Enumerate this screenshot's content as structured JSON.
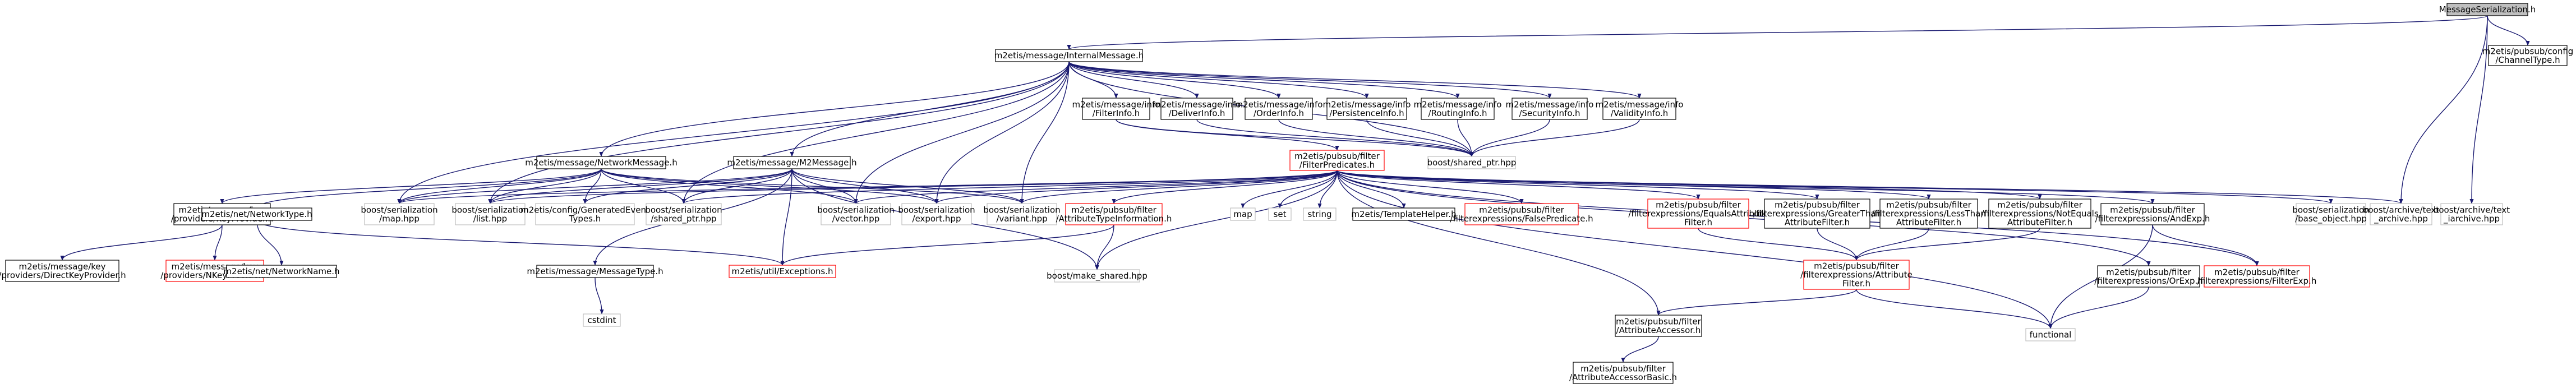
{
  "nodes": {
    "msgser": [
      "MessageSerialization.h"
    ],
    "chantype": [
      "m2etis/pubsub/config",
      "/ChannelType.h"
    ],
    "internal": [
      "m2etis/message/InternalMessage.h"
    ],
    "netmsg": [
      "m2etis/message/NetworkMessage.h"
    ],
    "m2msg": [
      "m2etis/message/M2Message.h"
    ],
    "filterinfo": [
      "m2etis/message/info",
      "/FilterInfo.h"
    ],
    "deliverinfo": [
      "m2etis/message/info",
      "/DeliverInfo.h"
    ],
    "orderinfo": [
      "m2etis/message/info",
      "/OrderInfo.h"
    ],
    "persistinfo": [
      "m2etis/message/info",
      "/PersistenceInfo.h"
    ],
    "routinginfo": [
      "m2etis/message/info",
      "/RoutingInfo.h"
    ],
    "securityinfo": [
      "m2etis/message/info",
      "/SecurityInfo.h"
    ],
    "validityinfo": [
      "m2etis/message/info",
      "/ValidityInfo.h"
    ],
    "sharedptr": [
      "boost/shared_ptr.hpp"
    ],
    "filterpred": [
      "m2etis/pubsub/filter",
      "/FilterPredicates.h"
    ],
    "keyprov": [
      "m2etis/message/key",
      "/providers/KeyProvider.h"
    ],
    "nettype": [
      "m2etis/net/NetworkType.h"
    ],
    "sermap": [
      "boost/serialization",
      "/map.hpp"
    ],
    "serlist": [
      "boost/serialization",
      "/list.hpp"
    ],
    "genevent": [
      "m2etis/config/GeneratedEvent",
      "Types.h"
    ],
    "sersptr": [
      "boost/serialization",
      "/shared_ptr.hpp"
    ],
    "servector": [
      "boost/serialization",
      "/vector.hpp"
    ],
    "serexport": [
      "boost/serialization",
      "/export.hpp"
    ],
    "servariant": [
      "boost/serialization",
      "/variant.hpp"
    ],
    "attrinfo": [
      "m2etis/pubsub/filter",
      "/AttributeTypeInformation.h"
    ],
    "map": [
      "map"
    ],
    "set": [
      "set"
    ],
    "string": [
      "string"
    ],
    "templhelper": [
      "m2etis/TemplateHelper.h"
    ],
    "falsepred": [
      "m2etis/pubsub/filter",
      "/filterexpressions/FalsePredicate.h"
    ],
    "eqattr": [
      "m2etis/pubsub/filter",
      "/filterexpressions/EqualsAttribute",
      "Filter.h"
    ],
    "gtattr": [
      "m2etis/pubsub/filter",
      "/filterexpressions/GreaterThan",
      "AttributeFilter.h"
    ],
    "ltattr": [
      "m2etis/pubsub/filter",
      "/filterexpressions/LessThan",
      "AttributeFilter.h"
    ],
    "neqattr": [
      "m2etis/pubsub/filter",
      "/filterexpressions/NotEquals",
      "AttributeFilter.h"
    ],
    "andexp": [
      "m2etis/pubsub/filter",
      "/filterexpressions/AndExp.h"
    ],
    "serbase": [
      "boost/serialization",
      "/base_object.hpp"
    ],
    "archtext": [
      "boost/archive/text",
      "_archive.hpp"
    ],
    "archtextt": [
      "boost/archive/text",
      "_iarchive.hpp"
    ],
    "directkey": [
      "m2etis/message/key",
      "/providers/DirectKeyProvider.h"
    ],
    "nkey": [
      "m2etis/message/key",
      "/providers/NKeyProvider.h"
    ],
    "netname": [
      "m2etis/net/NetworkName.h"
    ],
    "msgtype": [
      "m2etis/message/MessageType.h"
    ],
    "exceptions": [
      "m2etis/util/Exceptions.h"
    ],
    "makeshared": [
      "boost/make_shared.hpp"
    ],
    "attrfilter": [
      "m2etis/pubsub/filter",
      "/filterexpressions/Attribute",
      "Filter.h"
    ],
    "orexp": [
      "m2etis/pubsub/filter",
      "/filterexpressions/OrExp.h"
    ],
    "filterexp": [
      "m2etis/pubsub/filter",
      "/filterexpressions/FilterExp.h"
    ],
    "cstdint": [
      "cstdint"
    ],
    "attraccessor": [
      "m2etis/pubsub/filter",
      "/AttributeAccessor.h"
    ],
    "functional": [
      "functional"
    ],
    "attraccbasic": [
      "m2etis/pubsub/filter",
      "/AttributeAccessorBasic.h"
    ]
  },
  "colors": {
    "edge": "#191970",
    "default_border": "#000000",
    "documented_border": "#ff0000",
    "external_border": "#bfbfbf",
    "root_fill": "#bfbfbf",
    "background": "#ffffff"
  }
}
